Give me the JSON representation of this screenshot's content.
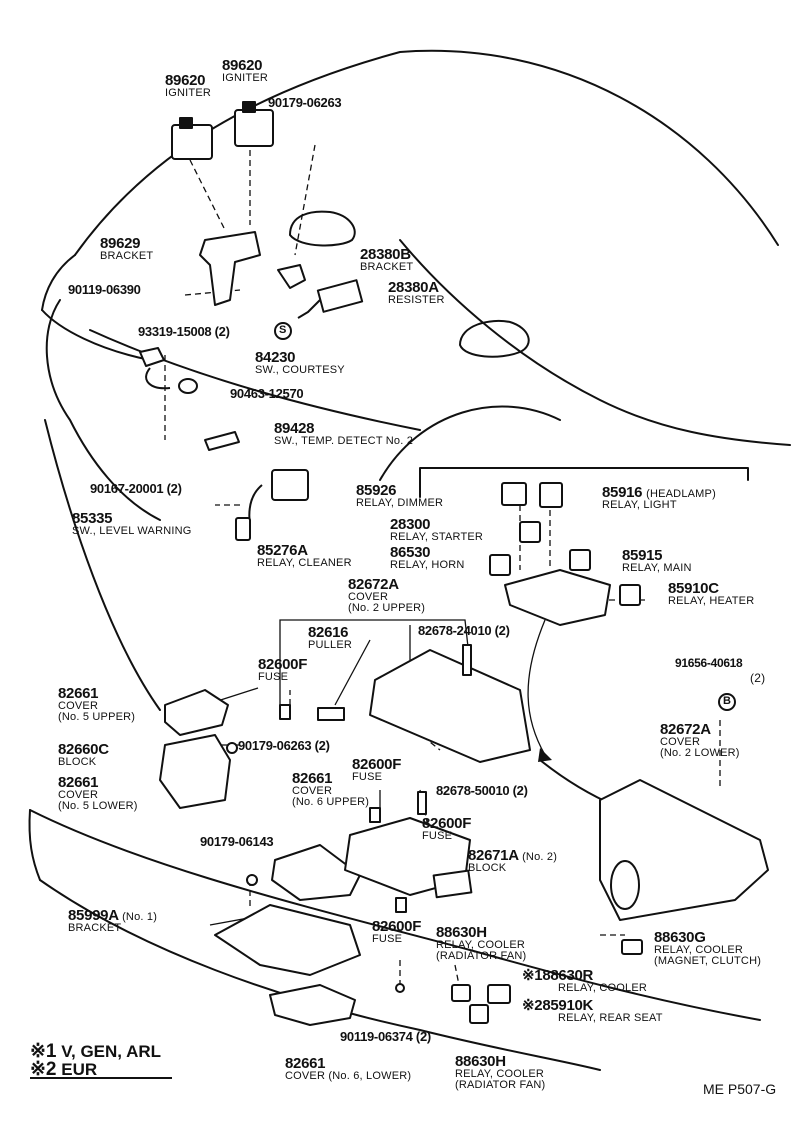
{
  "parts": [
    {
      "id": "p01",
      "number": "89620",
      "name": "IGNITER"
    },
    {
      "id": "p02",
      "number": "89620",
      "name": "IGNITER"
    },
    {
      "id": "p03",
      "number": "90179-06263",
      "name": ""
    },
    {
      "id": "p04",
      "number": "89629",
      "name": "BRACKET"
    },
    {
      "id": "p05",
      "number": "28380B",
      "name": "BRACKET"
    },
    {
      "id": "p06",
      "number": "28380A",
      "name": "RESISTER"
    },
    {
      "id": "p07",
      "number": "90119-06390",
      "name": ""
    },
    {
      "id": "p08",
      "number": "93319-15008 (2)",
      "name": ""
    },
    {
      "id": "p09",
      "number": "84230",
      "name": "SW., COURTESY"
    },
    {
      "id": "p10",
      "number": "90463-12570",
      "name": ""
    },
    {
      "id": "p11",
      "number": "89428",
      "name": "SW., TEMP. DETECT No. 2"
    },
    {
      "id": "p12",
      "number": "90167-20001 (2)",
      "name": ""
    },
    {
      "id": "p13",
      "number": "85335",
      "name": "SW., LEVEL WARNING"
    },
    {
      "id": "p14",
      "number": "85276A",
      "name": "RELAY, CLEANER"
    },
    {
      "id": "p15",
      "number": "85926",
      "name": "RELAY, DIMMER"
    },
    {
      "id": "p16",
      "number": "85916",
      "qualifier": "(HEADLAMP)",
      "name": "RELAY, LIGHT"
    },
    {
      "id": "p17",
      "number": "28300",
      "name": "RELAY, STARTER"
    },
    {
      "id": "p18",
      "number": "86530",
      "name": "RELAY, HORN"
    },
    {
      "id": "p19",
      "number": "85915",
      "name": "RELAY, MAIN"
    },
    {
      "id": "p20",
      "number": "85910C",
      "name": "RELAY, HEATER"
    },
    {
      "id": "p21",
      "number": "82672A",
      "name": "COVER",
      "sub": "(No. 2 UPPER)"
    },
    {
      "id": "p22",
      "number": "82616",
      "name": "PULLER"
    },
    {
      "id": "p23",
      "number": "82678-24010 (2)",
      "name": ""
    },
    {
      "id": "p24",
      "number": "82600F",
      "name": "FUSE"
    },
    {
      "id": "p25",
      "number": "91656-40618",
      "name": "(2)"
    },
    {
      "id": "p26",
      "number": "82661",
      "name": "COVER",
      "sub": "(No. 5 UPPER)"
    },
    {
      "id": "p27",
      "number": "82660C",
      "name": "BLOCK"
    },
    {
      "id": "p28",
      "number": "90179-06263 (2)",
      "name": ""
    },
    {
      "id": "p29",
      "number": "82672A",
      "name": "COVER",
      "sub": "(No. 2 LOWER)"
    },
    {
      "id": "p30",
      "number": "82661",
      "name": "COVER",
      "sub": "(No. 5 LOWER)"
    },
    {
      "id": "p31",
      "number": "82600F",
      "name": "FUSE"
    },
    {
      "id": "p32",
      "number": "82661",
      "name": "COVER",
      "sub": "(No. 6 UPPER)"
    },
    {
      "id": "p33",
      "number": "82678-50010 (2)",
      "name": ""
    },
    {
      "id": "p34",
      "number": "82600F",
      "name": "FUSE"
    },
    {
      "id": "p35",
      "number": "90179-06143",
      "name": ""
    },
    {
      "id": "p36",
      "number": "82671A",
      "qualifier": "(No. 2)",
      "name": "BLOCK"
    },
    {
      "id": "p37",
      "number": "85999A",
      "qualifier": "(No. 1)",
      "name": "BRACKET"
    },
    {
      "id": "p38",
      "number": "82600F",
      "name": "FUSE"
    },
    {
      "id": "p39",
      "number": "88630H",
      "name": "RELAY, COOLER",
      "sub": "(RADIATOR FAN)"
    },
    {
      "id": "p40",
      "number": "88630G",
      "name": "RELAY, COOLER",
      "sub": "(MAGNET, CLUTCH)"
    },
    {
      "id": "p41",
      "marker": "※1",
      "number": "88630R",
      "name": "RELAY, COOLER"
    },
    {
      "id": "p42",
      "marker": "※2",
      "number": "85910K",
      "name": "RELAY, REAR SEAT"
    },
    {
      "id": "p43",
      "number": "90119-06374 (2)",
      "name": ""
    },
    {
      "id": "p44",
      "number": "82661",
      "name": "COVER (No. 6, LOWER)"
    },
    {
      "id": "p45",
      "number": "88630H",
      "name": "RELAY, COOLER",
      "sub": "(RADIATOR FAN)"
    }
  ],
  "legend": [
    {
      "symbol": "※1",
      "text": "V, GEN, ARL"
    },
    {
      "symbol": "※2",
      "text": "EUR"
    }
  ],
  "footer_code": "ME P507-G",
  "circle_markers": {
    "s": "S",
    "b": "B"
  }
}
